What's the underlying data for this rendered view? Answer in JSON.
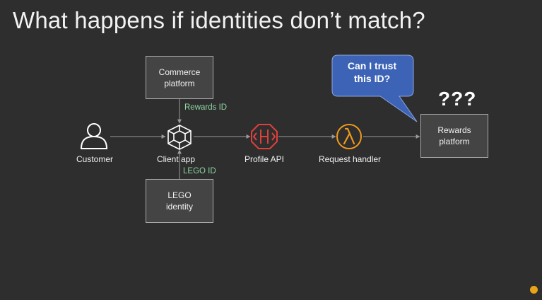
{
  "title": "What happens if identities don’t match?",
  "nodes": {
    "customer": "Customer",
    "client_app": "Client app",
    "profile_api": "Profile API",
    "request_handler": "Request handler"
  },
  "boxes": {
    "commerce_platform": [
      "Commerce",
      "platform"
    ],
    "lego_identity": [
      "LEGO",
      "identity"
    ],
    "rewards_platform": [
      "Rewards",
      "platform"
    ]
  },
  "id_labels": {
    "rewards_id": "Rewards ID",
    "lego_id": "LEGO ID"
  },
  "callout": [
    "Can I trust",
    "this ID?"
  ],
  "question_marks": "???",
  "colors": {
    "background": "#2e2e2e",
    "box_border": "#a9a9a9",
    "id_label": "#8ed6a0",
    "profile_api_icon": "#e0403c",
    "lambda_icon": "#f29a1b",
    "callout_fill": "#3c63b5",
    "page_dot": "#e8a317"
  },
  "icons": {
    "customer": "user-icon",
    "client_app": "cube-icon",
    "profile_api": "api-gateway-icon",
    "request_handler": "lambda-icon"
  }
}
